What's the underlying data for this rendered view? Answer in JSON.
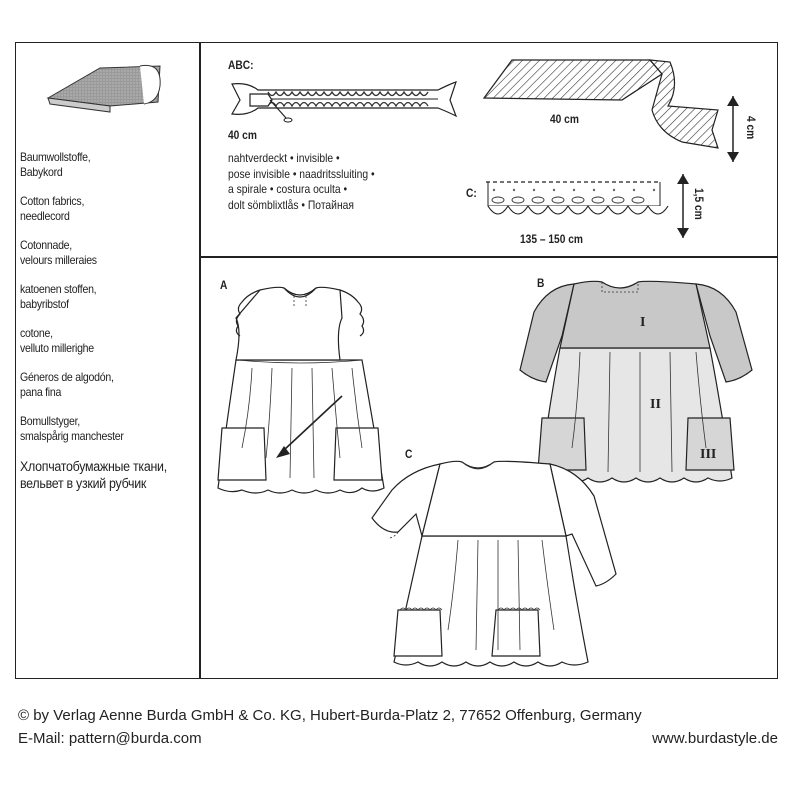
{
  "fabrics": [
    {
      "lines": [
        "Baumwollstoffe,",
        "Babykord"
      ]
    },
    {
      "lines": [
        "Cotton fabrics,",
        "needlecord"
      ]
    },
    {
      "lines": [
        "Cotonnade,",
        "velours milleraies"
      ]
    },
    {
      "lines": [
        "katoenen stoffen,",
        "babyribstof"
      ]
    },
    {
      "lines": [
        "cotone,",
        "velluto millerighe"
      ]
    },
    {
      "lines": [
        "Géneros de algodón,",
        "pana fina"
      ]
    },
    {
      "lines": [
        "Bomullstyger,",
        "smalspårig manchester"
      ]
    },
    {
      "lines": [
        "Хлопчатобумажные ткани,",
        "вельвет в узкий рубчик"
      ]
    }
  ],
  "notions": {
    "zipper_label": "ABC:",
    "zipper_length": "40 cm",
    "zipper_desc": [
      "nahtverdeckt • invisible •",
      "pose invisible • naadritssluiting •",
      "a spirale • costura oculta •",
      "dolt sömblixtlås • Потайная"
    ],
    "bias_length": "40 cm",
    "bias_width": "4 cm",
    "lace_label": "C:",
    "lace_length": "135 – 150 cm",
    "lace_width": "1,5 cm"
  },
  "views": {
    "a": "A",
    "b": "B",
    "c": "C",
    "yoke": "I",
    "skirt": "II",
    "pocket": "III"
  },
  "footer": {
    "copyright": "© by Verlag Aenne Burda GmbH & Co. KG, Hubert-Burda-Platz 2, 77652 Offenburg, Germany",
    "email": "E-Mail: pattern@burda.com",
    "website": "www.burdastyle.de"
  }
}
